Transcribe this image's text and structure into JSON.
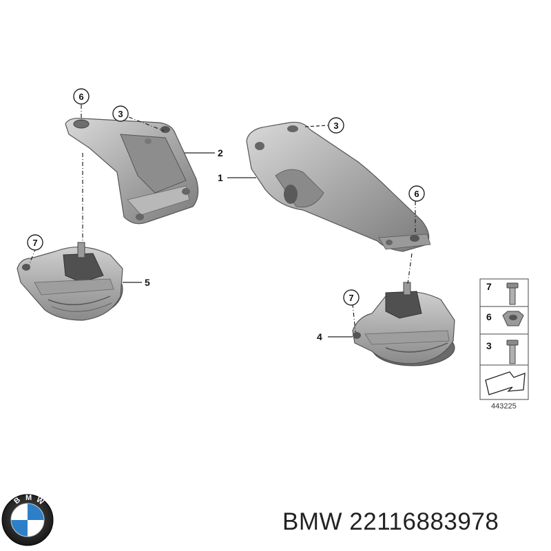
{
  "diagram": {
    "callouts": [
      {
        "id": "c6a",
        "label": "6"
      },
      {
        "id": "c3a",
        "label": "3"
      },
      {
        "id": "c3b",
        "label": "3"
      },
      {
        "id": "c6b",
        "label": "6"
      },
      {
        "id": "c7a",
        "label": "7"
      },
      {
        "id": "c7b",
        "label": "7"
      }
    ],
    "leader_labels": [
      {
        "id": "l2",
        "label": "2"
      },
      {
        "id": "l1",
        "label": "1"
      },
      {
        "id": "l5",
        "label": "5"
      },
      {
        "id": "l4",
        "label": "4"
      }
    ],
    "legend": {
      "rows": [
        {
          "label": "7",
          "part": "bolt"
        },
        {
          "label": "6",
          "part": "nut"
        },
        {
          "label": "3",
          "part": "bolt"
        }
      ],
      "code": "443225"
    }
  },
  "caption": {
    "brand": "BMW",
    "part_number": "22116883978",
    "text": "BMW 22116883978"
  },
  "logo": {
    "letters": [
      "B",
      "M",
      "W"
    ],
    "colors": {
      "ring": "#1a1a1a",
      "blue": "#2d7fc7",
      "white": "#ffffff"
    }
  }
}
